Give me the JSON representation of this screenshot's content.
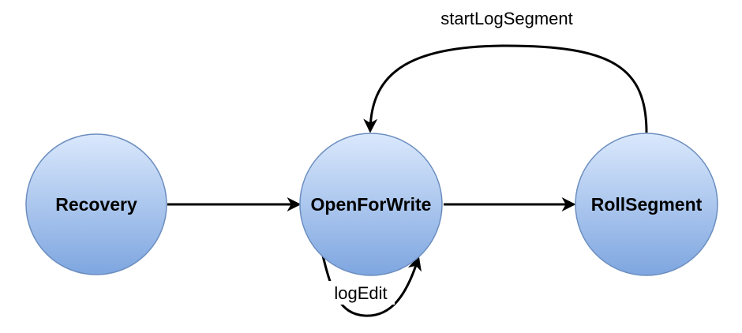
{
  "diagram": {
    "nodes": [
      {
        "id": "recovery",
        "label": "Recovery"
      },
      {
        "id": "open",
        "label": "OpenForWrite"
      },
      {
        "id": "roll",
        "label": "RollSegment"
      }
    ],
    "edges": [
      {
        "from": "recovery",
        "to": "open",
        "label": ""
      },
      {
        "from": "open",
        "to": "roll",
        "label": ""
      },
      {
        "from": "roll",
        "to": "open",
        "label": "startLogSegment"
      },
      {
        "from": "open",
        "to": "open",
        "label": "logEdit"
      }
    ],
    "colors": {
      "node_fill_top": "#dae8fc",
      "node_fill_bottom": "#7ea6e0",
      "node_stroke": "#6c8ebf",
      "edge": "#000000"
    }
  }
}
